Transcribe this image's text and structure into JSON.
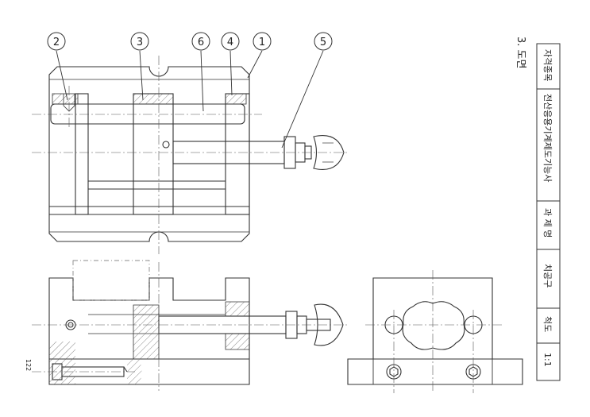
{
  "page_label": "3. 도면",
  "page_number": "122",
  "title_block": {
    "field_label_1": "자격종목",
    "field_value_1": "전산응용기계제도기능사",
    "field_label_2": "과 제 명",
    "field_value_2": "치공구",
    "field_label_3": "척도",
    "field_value_3": "1:1"
  },
  "balloons": [
    "1",
    "2",
    "3",
    "4",
    "5",
    "6"
  ],
  "views": [
    "front-view",
    "section-view",
    "side-view"
  ]
}
